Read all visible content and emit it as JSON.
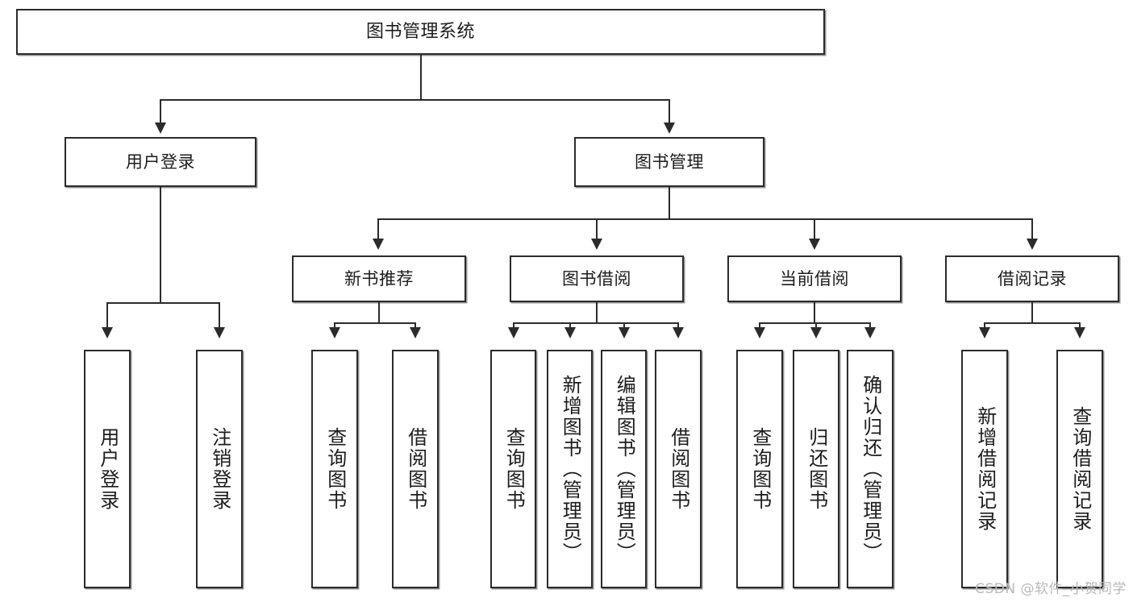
{
  "diagram": {
    "type": "tree",
    "title": "图书管理系统",
    "watermark": "CSDN @软件_小贺同学",
    "root": {
      "label": "图书管理系统"
    },
    "level2": [
      {
        "label": "用户登录"
      },
      {
        "label": "图书管理"
      }
    ],
    "level3": [
      {
        "label": "新书推荐"
      },
      {
        "label": "图书借阅"
      },
      {
        "label": "当前借阅"
      },
      {
        "label": "借阅记录"
      }
    ],
    "leaves": {
      "user_login": [
        {
          "label": "用户登录"
        },
        {
          "label": "注销登录"
        }
      ],
      "new_book": [
        {
          "label": "查询图书"
        },
        {
          "label": "借阅图书"
        }
      ],
      "book_borrow": [
        {
          "label": "查询图书"
        },
        {
          "label": "新增图书（管理员）"
        },
        {
          "label": "编辑图书（管理员）"
        },
        {
          "label": "借阅图书"
        }
      ],
      "current_borrow": [
        {
          "label": "查询图书"
        },
        {
          "label": "归还图书"
        },
        {
          "label": "确认归还（管理员）"
        }
      ],
      "borrow_record": [
        {
          "label": "新增借阅记录"
        },
        {
          "label": "查询借阅记录"
        }
      ]
    },
    "colors": {
      "stroke": "#2b2b2b",
      "fill": "#ffffff",
      "text": "#1c1c1c",
      "watermark": "#b9b9b9"
    }
  }
}
